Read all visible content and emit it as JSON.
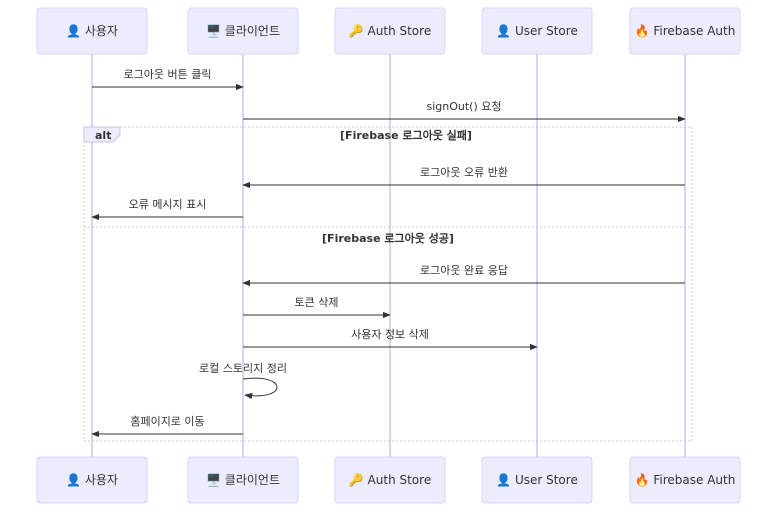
{
  "participants": [
    {
      "icon": "👤",
      "label": "사용자",
      "icon_name": "user-icon"
    },
    {
      "icon": "🖥️",
      "label": "클라이언트",
      "icon_name": "monitor-icon"
    },
    {
      "icon": "🔑",
      "label": "Auth Store",
      "icon_name": "key-icon"
    },
    {
      "icon": "👤",
      "label": "User Store",
      "icon_name": "user-icon"
    },
    {
      "icon": "🔥",
      "label": "Firebase Auth",
      "icon_name": "fire-icon"
    }
  ],
  "alt_block": {
    "keyword": "alt",
    "conditions": [
      "[Firebase 로그아웃 실패]",
      "[Firebase 로그아웃 성공]"
    ]
  },
  "messages": [
    {
      "from": 0,
      "to": 1,
      "text": "로그아웃 버튼 클릭"
    },
    {
      "from": 1,
      "to": 4,
      "text": "signOut() 요청"
    },
    {
      "from": 4,
      "to": 1,
      "text": "로그아웃 오류 반환"
    },
    {
      "from": 1,
      "to": 0,
      "text": "오류 메시지 표시"
    },
    {
      "from": 4,
      "to": 1,
      "text": "로그아웃 완료 응답"
    },
    {
      "from": 1,
      "to": 2,
      "text": "토큰 삭제"
    },
    {
      "from": 1,
      "to": 3,
      "text": "사용자 정보 삭제"
    },
    {
      "from": 1,
      "to": 1,
      "text": "로컬 스토리지 정리"
    },
    {
      "from": 1,
      "to": 0,
      "text": "홈페이지로 이동"
    }
  ],
  "colors": {
    "actor_fill": "#ececff",
    "actor_stroke": "#d4d4ff",
    "lifeline": "#c8c8f0",
    "line": "#333333"
  }
}
